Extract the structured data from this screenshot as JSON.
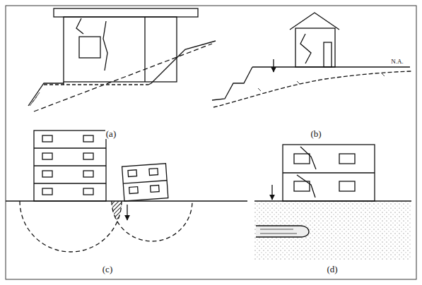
{
  "diagram": {
    "labels": [
      "(a)",
      "(b)",
      "(c)",
      "(d)",
      "N.A."
    ]
  }
}
